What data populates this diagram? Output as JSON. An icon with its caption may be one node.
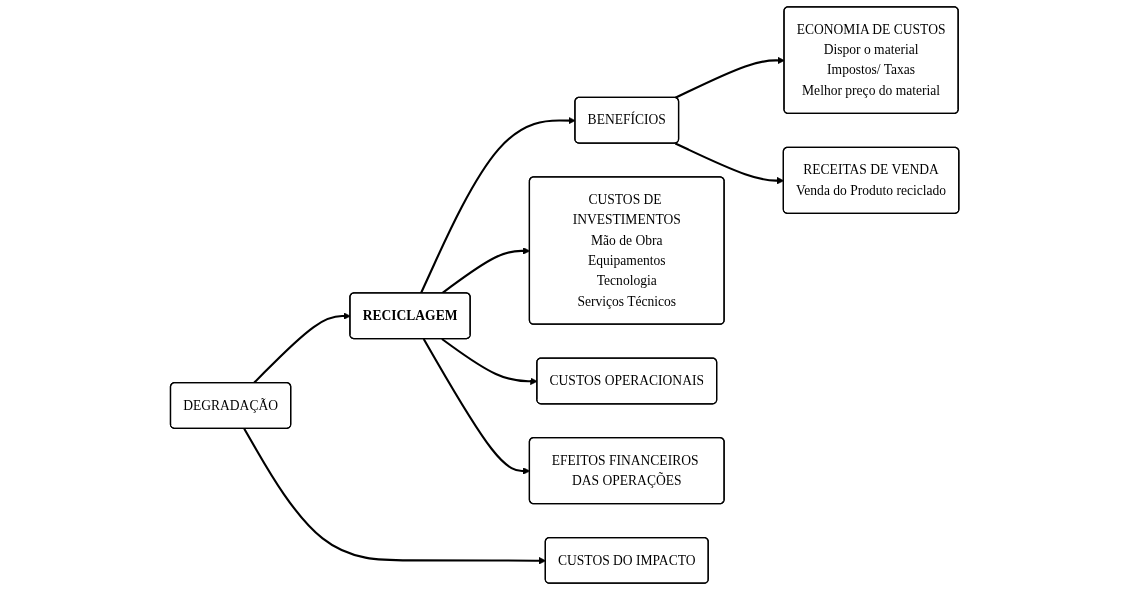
{
  "diagram": {
    "nodes": [
      {
        "text": [
          "DEGRADAÇÃO"
        ]
      },
      {
        "text": [
          "RECICLAGEM"
        ]
      },
      {
        "text": [
          "BENEFÍCIOS"
        ]
      },
      {
        "text": [
          "CUSTOS DO IMPACTO"
        ]
      },
      {
        "text": [
          "CUSTOS DE INVESTIMENTOS",
          "Mão de Obra",
          "Equipamentos",
          "Tecnologia",
          "Serviços Técnicos"
        ]
      },
      {
        "text": [
          "CUSTOS OPERACIONAIS"
        ]
      },
      {
        "text": [
          "EFEITOS FINANCEIROS DAS OPERAÇÕES"
        ]
      },
      {
        "text": [
          "ECONOMIA DE CUSTOS",
          "Dispor o material",
          "Impostos/ Taxas",
          "Melhor preço do material"
        ]
      },
      {
        "text": [
          "RECEITAS DE VENDA",
          "Venda do Produto reciclado"
        ]
      }
    ],
    "edges": [
      {
        "from": 0,
        "to": 1,
        "arrow": "to"
      },
      {
        "from": 1,
        "to": 2,
        "arrow": "to"
      },
      {
        "from": 0,
        "to": 3,
        "arrow": "to"
      },
      {
        "from": 1,
        "to": 4,
        "arrow": "to"
      },
      {
        "from": 1,
        "to": 5,
        "arrow": "to"
      },
      {
        "from": 1,
        "to": 6,
        "arrow": "to"
      },
      {
        "from": 2,
        "to": 7,
        "arrow": "to"
      },
      {
        "from": 2,
        "to": 8,
        "arrow": "to"
      }
    ]
  }
}
